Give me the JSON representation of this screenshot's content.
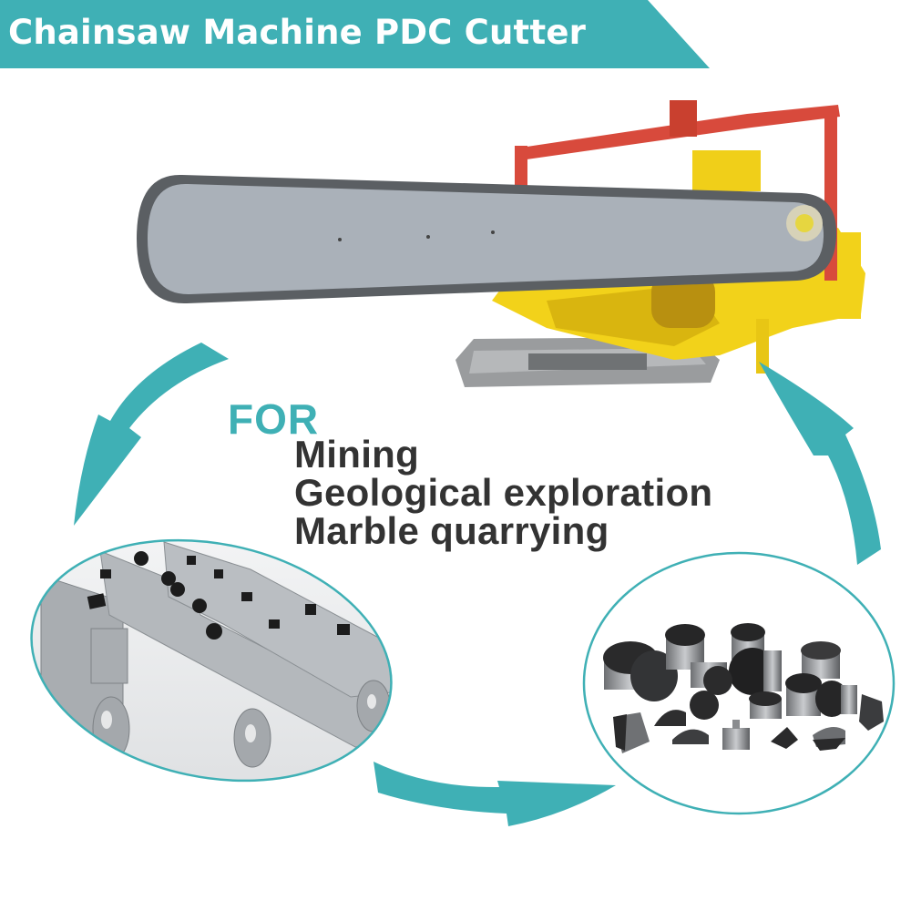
{
  "banner": {
    "title": "Chainsaw Machine PDC Cutter",
    "background_color": "#3fb0b5",
    "text_color": "#ffffff"
  },
  "applications": {
    "lead": "FOR",
    "lead_color": "#3fb0b5",
    "items": [
      {
        "label": "Mining"
      },
      {
        "label": "Geological exploration"
      },
      {
        "label": "Marble quarrying"
      }
    ],
    "item_color": "#333333"
  },
  "images": {
    "machine": {
      "subject": "chainsaw-machine"
    },
    "chain": {
      "subject": "chain-links-with-pdc-cutters",
      "frame": "ellipse"
    },
    "cutters": {
      "subject": "pdc-cutters-assortment",
      "frame": "ellipse"
    }
  },
  "arrows": {
    "color": "#3fb0b5",
    "items": [
      {
        "id": "left",
        "direction": "down-left"
      },
      {
        "id": "bottom",
        "direction": "right"
      },
      {
        "id": "right",
        "direction": "up"
      }
    ]
  }
}
